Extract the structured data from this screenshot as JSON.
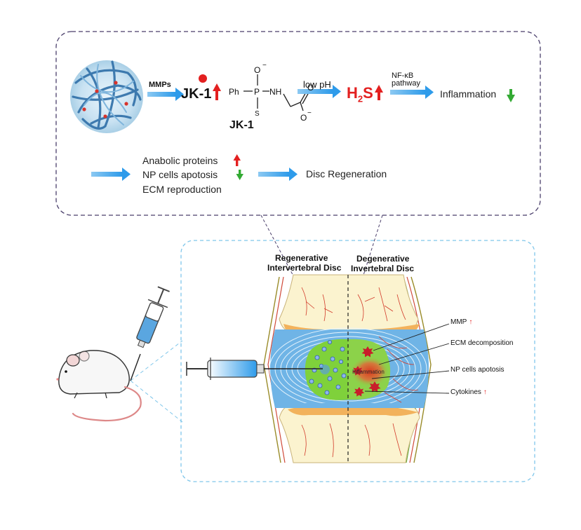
{
  "top_panel": {
    "mmps_label": "MMPs",
    "jk1_product": "JK-1",
    "structure_label": "JK-1",
    "structure_atoms": {
      "ph": "Ph",
      "p": "P",
      "nh": "NH",
      "s": "S",
      "o_top": "O",
      "o_carbonyl": "O",
      "o_bottom": "O"
    },
    "low_ph_label": "low pH",
    "h2s_h": "H",
    "h2s_sub": "2",
    "h2s_s": "S",
    "nfkb_line1": "NF-κB",
    "nfkb_line2": "pathway",
    "inflammation": "Inflammation",
    "anabolic": "Anabolic proteins",
    "np_apoptosis": "NP cells apotosis",
    "ecm": "ECM reproduction",
    "disc_regen": "Disc Regeneration"
  },
  "bottom_panel": {
    "regen_line1": "Regenerative",
    "regen_line2": "Intervertebral Disc",
    "degen_line1": "Degenerative",
    "degen_line2": "Invertebral Disc",
    "inflammation_spot": "Inflammation",
    "callout_mmp": "MMP",
    "callout_ecm": "ECM decomposition",
    "callout_np": "NP cells apotosis",
    "callout_cytokines": "Cytokines"
  },
  "colors": {
    "arrow_blue": "#2e9bea",
    "highlight_red": "#e32020",
    "down_green": "#33aa33",
    "nucleus_green": "#7fd13b",
    "annulus_blue": "#6fb4e6",
    "bone_cream": "#fbf3cf",
    "endplate_orange": "#f2b25c",
    "panel_top_border": "#4a3f6b",
    "panel_bottom_border": "#7fc6ea"
  }
}
